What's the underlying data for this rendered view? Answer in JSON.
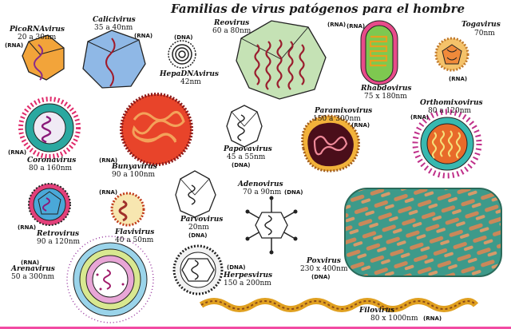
{
  "title": "Familias de virus patógenos para el hombre",
  "viruses": {
    "picorna": {
      "name": "PicoRNAvirus",
      "size": "20 a 30nm",
      "acid": "(RNA)"
    },
    "calici": {
      "name": "Calicivirus",
      "size": "35 a 40nm",
      "acid": "(RNA)"
    },
    "hepadna": {
      "name": "HepaDNAvirus",
      "size": "42nm",
      "acid": "(DNA)"
    },
    "reo": {
      "name": "Reovirus",
      "size": "60 a 80nm",
      "acid": "(RNA)"
    },
    "rhabdo": {
      "name": "Rhabdovirus",
      "size": "75 x 180nm",
      "acid": "(RNA)"
    },
    "toga": {
      "name": "Togavirus",
      "size": "70nm",
      "acid": "(RNA)"
    },
    "corona": {
      "name": "Coronavirus",
      "size": "80 a 160nm",
      "acid": "(RNA)"
    },
    "bunya": {
      "name": "Bunyavirus",
      "size": "90 a 100nm",
      "acid": "(RNA)"
    },
    "papova": {
      "name": "Papovavirus",
      "size": "45 a 55nm",
      "acid": "(DNA)"
    },
    "paramixo": {
      "name": "Paramixovirus",
      "size": "150 a 300nm",
      "acid": "(RNA)"
    },
    "orthomixo": {
      "name": "Orthomixovirus",
      "size": "80 a 120nm",
      "acid": "(RNA)"
    },
    "retro": {
      "name": "Retrovirus",
      "size": "90 a 120nm",
      "acid": "(RNA)"
    },
    "flavi": {
      "name": "Flavivirus",
      "size": "40 a 50nm",
      "acid": "(RNA)"
    },
    "parvo": {
      "name": "Parvovirus",
      "size": "20nm",
      "acid": "(DNA)"
    },
    "adeno": {
      "name": "Adenovirus",
      "size": "70 a 90nm",
      "acid": "(DNA)"
    },
    "arena": {
      "name": "Arenavirus",
      "size": "50 a 300nm",
      "acid": "(RNA)"
    },
    "herpes": {
      "name": "Herpesvirus",
      "size": "150 a 200nm",
      "acid": "(DNA)"
    },
    "pox": {
      "name": "Poxvirus",
      "size": "230 x 400nm",
      "acid": "(DNA)"
    },
    "filo": {
      "name": "Filovirus",
      "size": "80 x 1000nm",
      "acid": "(RNA)"
    }
  },
  "colors": {
    "border": "#f24aa3",
    "ink": "#111111"
  }
}
